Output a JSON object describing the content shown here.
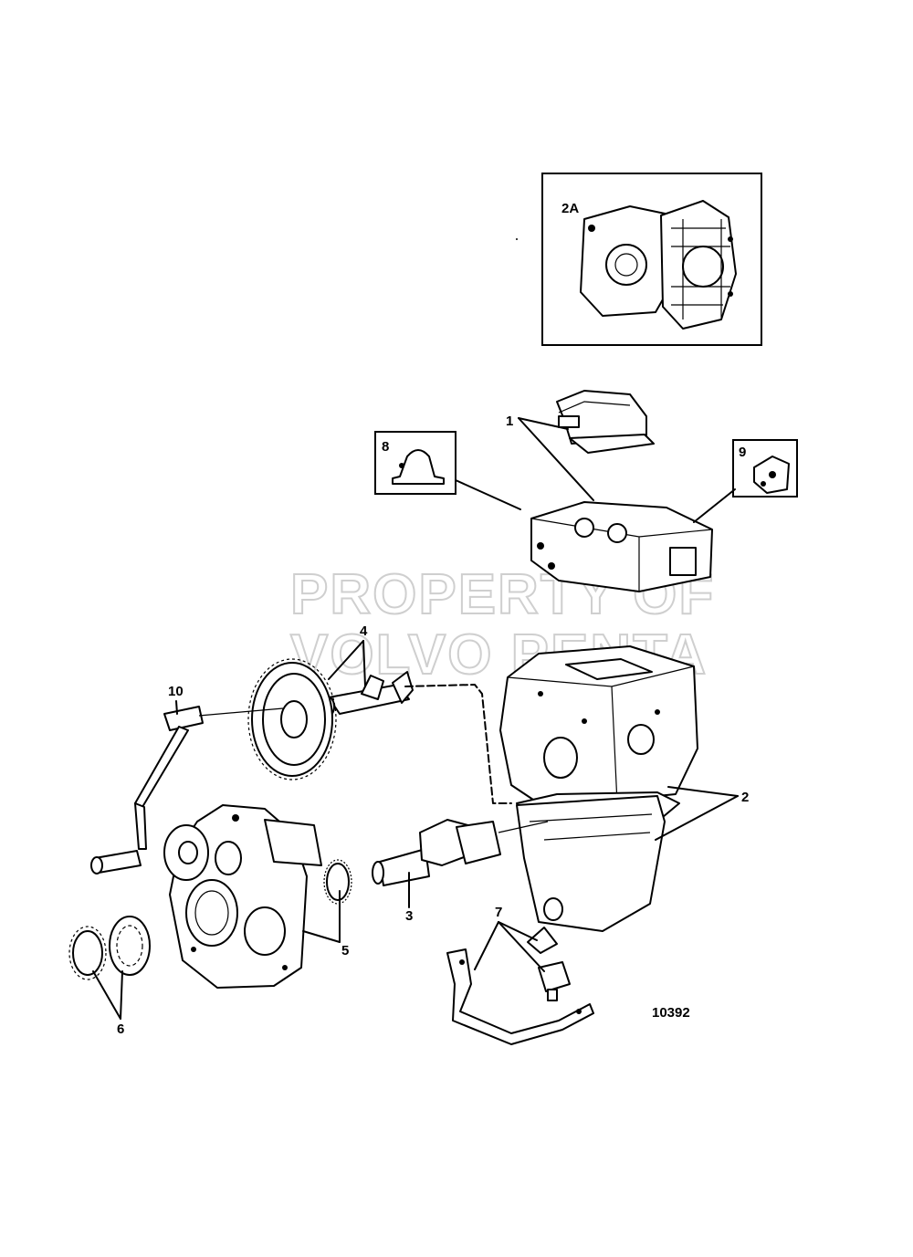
{
  "diagram": {
    "figure_number": "10392",
    "watermark": [
      "PROPERTY OF",
      "VOLVO PENTA"
    ],
    "callouts": {
      "c1": "1",
      "c2": "2",
      "c2a": "2A",
      "c3": "3",
      "c4": "4",
      "c5": "5",
      "c6": "6",
      "c7": "7",
      "c8": "8",
      "c9": "9",
      "c10": "10"
    }
  }
}
